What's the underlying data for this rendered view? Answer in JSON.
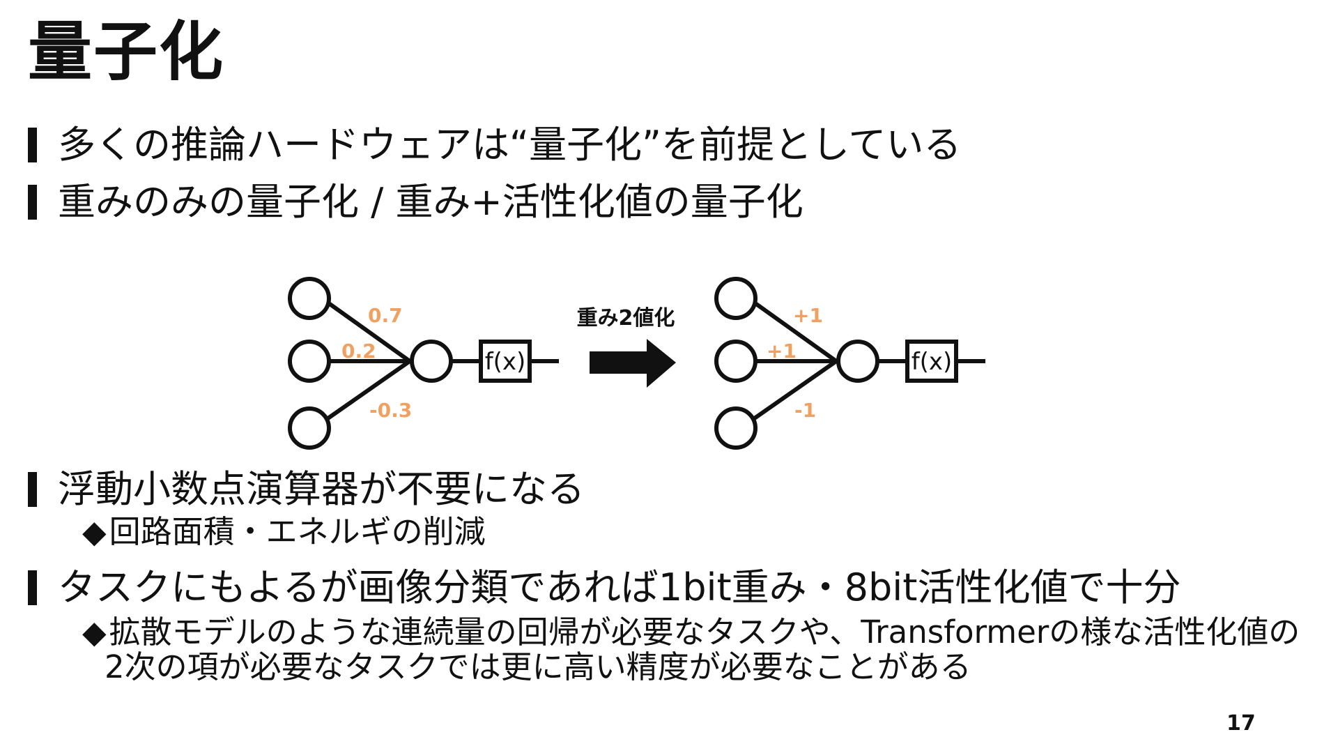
{
  "slide": {
    "title": "量子化",
    "bullets": [
      "多くの推論ハードウェアは“量子化”を前提としている",
      "重みのみの量子化 / 重み+活性化値の量子化",
      "浮動小数点演算器が不要になる",
      "タスクにもよるが画像分類であれば1bit重み・8bit活性化値で十分"
    ],
    "sub_bullets": {
      "marker": "◆",
      "circuit": "回路面積・エネルギの削減",
      "precision_line1": "拡散モデルのような連続量の回帰が必要なタスクや、Transformerの様な活性化値の",
      "precision_line2": "2次の項が必要なタスクでは更に高い精度が必要なことがある"
    },
    "page_number": "17"
  },
  "diagram": {
    "arrow_label": "重み2値化",
    "activation_label": "f(x)",
    "label_color": "#f0a060",
    "before_weights": [
      "0.7",
      "0.2",
      "-0.3"
    ],
    "after_weights": [
      "+1",
      "+1",
      "-1"
    ]
  }
}
